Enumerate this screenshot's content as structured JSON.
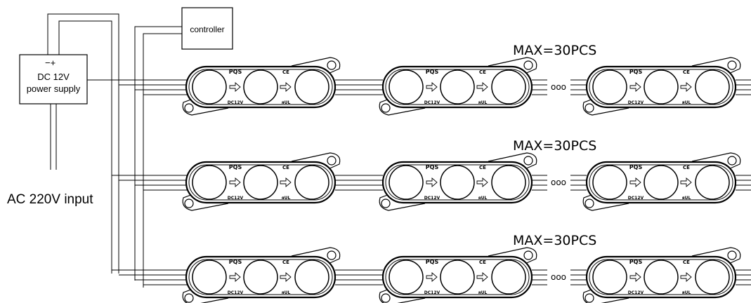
{
  "power_supply": {
    "polarity": "−+",
    "line1": "DC 12V",
    "line2": "power supply"
  },
  "controller": {
    "label": "controller"
  },
  "ac_input": {
    "label": "AC 220V input"
  },
  "rows": [
    {
      "max_label": "MAX=30PCS",
      "continuation": "ooo"
    },
    {
      "max_label": "MAX=30PCS",
      "continuation": "ooo"
    },
    {
      "max_label": "MAX=30PCS",
      "continuation": "ooo"
    }
  ],
  "module": {
    "brand": "PQS",
    "mark": "CE",
    "voltage": "DC12V",
    "cert": "яUL",
    "arrow_glyph": "⇨"
  },
  "colors": {
    "stroke": "#000000",
    "background": "#ffffff"
  }
}
